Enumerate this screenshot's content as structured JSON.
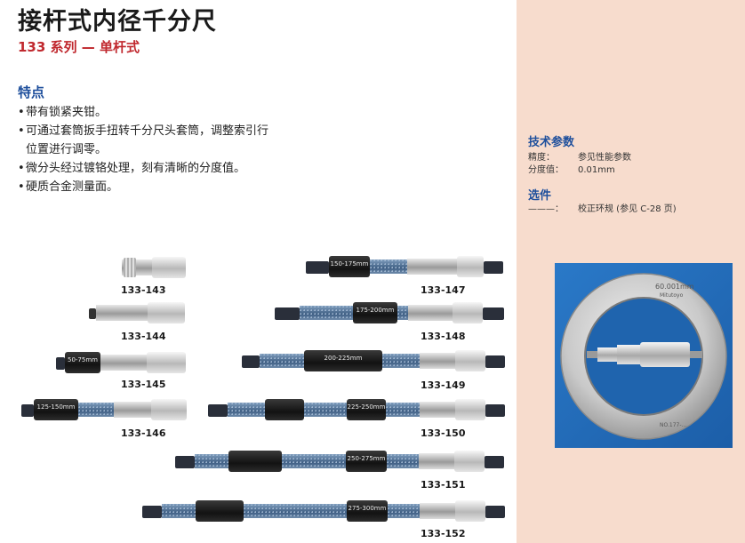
{
  "header": {
    "title": "接杆式内径千分尺",
    "subtitle": "133 系列 — 单杆式"
  },
  "features": {
    "heading": "特点",
    "items": [
      "带有锁紧夹钳。",
      "可通过套筒扳手扭转千分尺头套筒，调整索引行位置进行调零。",
      "微分头经过镀铬处理，刻有清晰的分度值。",
      "硬质合金测量面。"
    ]
  },
  "specs": {
    "heading": "技术参数",
    "rows": [
      {
        "label": "精度：",
        "value": "参见性能参数"
      },
      {
        "label": "分度值：",
        "value": "0.01mm"
      }
    ]
  },
  "options": {
    "heading": "选件",
    "label": "———：",
    "value": "校正环规 (参见 C-28 页)"
  },
  "products": [
    {
      "code": "133-143"
    },
    {
      "code": "133-144"
    },
    {
      "code": "133-145",
      "collar_text": "50-75mm"
    },
    {
      "code": "133-146",
      "collar_text": "125-150mm"
    },
    {
      "code": "133-147",
      "collar_text": "150-175mm"
    },
    {
      "code": "133-148",
      "collar_text": "175-200mm"
    },
    {
      "code": "133-149",
      "collar_text": "200-225mm"
    },
    {
      "code": "133-150",
      "collar_text": "225-250mm"
    },
    {
      "code": "133-151",
      "collar_text": "250-275mm"
    },
    {
      "code": "133-152",
      "collar_text": "275-300mm"
    }
  ],
  "ring_gauge": {
    "size_text": "60.001mm",
    "brand_text": "Mitutoyo",
    "code_text": "NO.177-..."
  },
  "colors": {
    "title": "#1a1a1a",
    "subtitle": "#c0282e",
    "heading": "#1e4f9c",
    "panel": "#f7dccd",
    "photo_bg": "#1c5ea8"
  }
}
